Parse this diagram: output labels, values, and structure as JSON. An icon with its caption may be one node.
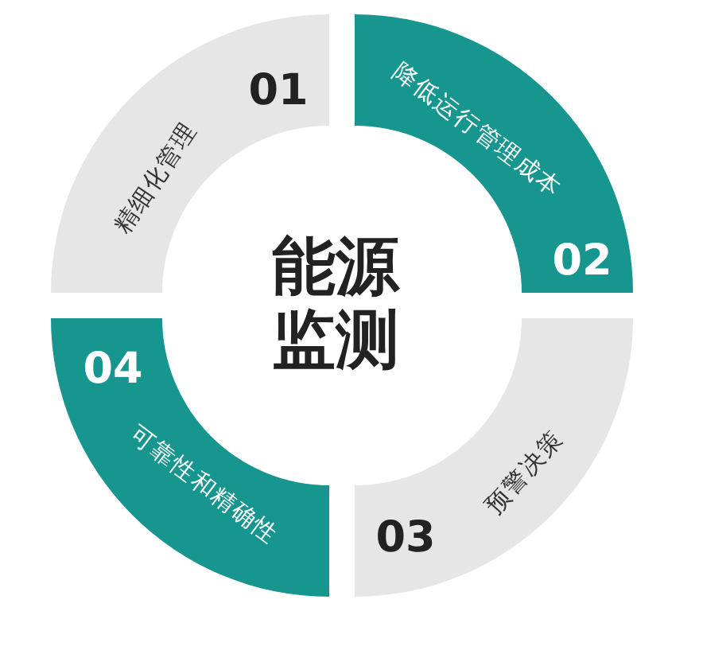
{
  "diagram": {
    "nodes": [
      {
        "text": [
          "能源监测"
        ]
      },
      {
        "text": [
          "01",
          "精细化管理"
        ]
      },
      {
        "text": [
          "02",
          "降低运行管理成本"
        ]
      },
      {
        "text": [
          "03",
          "预警决策"
        ]
      },
      {
        "text": [
          "04",
          "可靠性和精确性"
        ]
      }
    ]
  }
}
